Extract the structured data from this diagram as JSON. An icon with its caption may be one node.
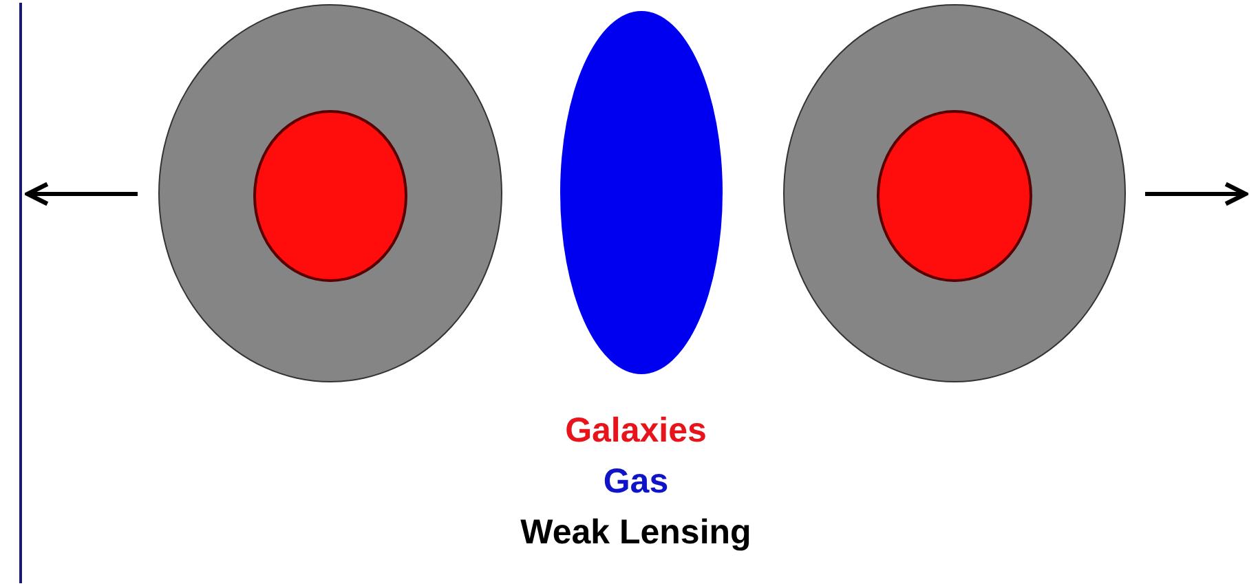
{
  "diagram": {
    "nodes": [
      {
        "text": [],
        "shape": "circle"
      },
      {
        "text": [],
        "shape": "circle",
        "in": 0
      },
      {
        "text": [],
        "shape": "ellipse"
      },
      {
        "text": [],
        "shape": "circle"
      },
      {
        "text": [],
        "shape": "circle",
        "in": 3
      }
    ],
    "legend": [
      {
        "text": "Galaxies",
        "color": "#e8141c"
      },
      {
        "text": "Gas",
        "color": "#0f14c8"
      },
      {
        "text": "Weak Lensing",
        "color": "#000000"
      }
    ]
  }
}
